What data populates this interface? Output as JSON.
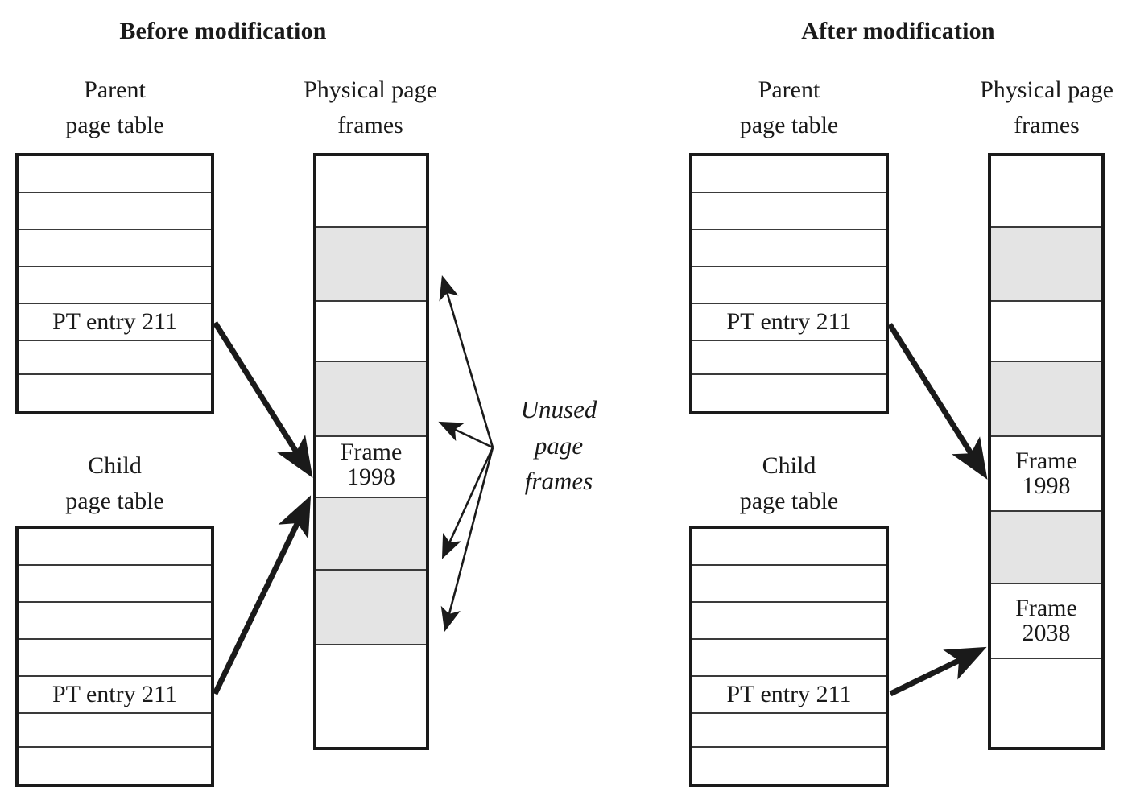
{
  "diagram": {
    "title_left": "Before modification",
    "title_right": "After modification",
    "annotation": {
      "unused_line1": "Unused",
      "unused_line2": "page",
      "unused_line3": "frames"
    }
  },
  "columns": {
    "parent_caption_l1": "Parent",
    "parent_caption_l2": "page table",
    "child_caption_l1": "Child",
    "child_caption_l2": "page table",
    "frames_caption_l1": "Physical page",
    "frames_caption_l2": "frames",
    "pt_entry_label": "PT entry 211",
    "frame_1998_l1": "Frame",
    "frame_1998_l2": "1998",
    "frame_2038_l1": "Frame",
    "frame_2038_l2": "2038"
  },
  "before": {
    "parent_table": {
      "rows": [
        "",
        "",
        "",
        "",
        "PT entry 211",
        "",
        ""
      ]
    },
    "child_table": {
      "rows": [
        "",
        "",
        "",
        "",
        "PT entry 211",
        "",
        ""
      ]
    },
    "frames": {
      "rows": [
        {
          "fill": "white",
          "line1": "",
          "line2": ""
        },
        {
          "fill": "gray",
          "line1": "",
          "line2": ""
        },
        {
          "fill": "white",
          "line1": "",
          "line2": ""
        },
        {
          "fill": "gray",
          "line1": "",
          "line2": ""
        },
        {
          "fill": "white",
          "line1": "Frame",
          "line2": "1998"
        },
        {
          "fill": "gray",
          "line1": "",
          "line2": ""
        },
        {
          "fill": "gray",
          "line1": "",
          "line2": ""
        },
        {
          "fill": "white",
          "line1": "",
          "line2": ""
        }
      ]
    }
  },
  "after": {
    "parent_table": {
      "rows": [
        "",
        "",
        "",
        "",
        "PT entry 211",
        "",
        ""
      ]
    },
    "child_table": {
      "rows": [
        "",
        "",
        "",
        "",
        "PT entry 211",
        "",
        ""
      ]
    },
    "frames": {
      "rows": [
        {
          "fill": "white",
          "line1": "",
          "line2": ""
        },
        {
          "fill": "gray",
          "line1": "",
          "line2": ""
        },
        {
          "fill": "white",
          "line1": "",
          "line2": ""
        },
        {
          "fill": "gray",
          "line1": "",
          "line2": ""
        },
        {
          "fill": "white",
          "line1": "Frame",
          "line2": "1998"
        },
        {
          "fill": "gray",
          "line1": "",
          "line2": ""
        },
        {
          "fill": "white",
          "line1": "Frame",
          "line2": "2038"
        },
        {
          "fill": "white",
          "line1": "",
          "line2": ""
        }
      ]
    }
  },
  "colors": {
    "ink": "#1a1a1a",
    "gray_fill": "#e4e4e4",
    "rule": "#3a3a3a",
    "background": "#ffffff"
  }
}
